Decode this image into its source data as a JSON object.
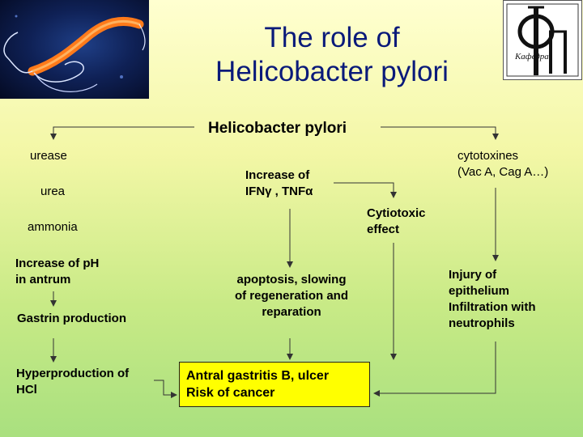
{
  "title": {
    "line1": "The role of",
    "line2": "Helicobacter pylori"
  },
  "diagram": {
    "root": "Helicobacter pylori",
    "left_branch": {
      "urease": "urease",
      "urea": "urea",
      "ammonia": "ammonia",
      "ph_line1": "Increase of pH",
      "ph_line2": "in antrum",
      "gastrin": "Gastrin production",
      "hcl_line1": "Hyperproduction of",
      "hcl_line2": "HCl"
    },
    "middle_branch": {
      "ifn_line1": "Increase of",
      "ifn_line2": "IFNγ  , TNFα",
      "cytotoxic_line1": "Cytiotoxic",
      "cytotoxic_line2": "effect",
      "apoptosis_line1": "apoptosis, slowing",
      "apoptosis_line2": "of  regeneration and",
      "apoptosis_line3": "reparation"
    },
    "right_branch": {
      "cytotoxines_line1": "cytotoxines",
      "cytotoxines_line2": "(Vac A, Cag A…)",
      "injury_line1": "Injury of",
      "injury_line2": "epithelium",
      "injury_line3": "Infiltration with",
      "injury_line4": "neutrophils"
    },
    "outcome": {
      "line1": "Antral gastritis B, ulcer",
      "line2": "Risk of cancer"
    }
  },
  "images": {
    "photo_icon": "helicobacter-micrograph",
    "logo_icon": "department-emblem",
    "logo_text": "Кафедра"
  },
  "colors": {
    "title": "#0a1a7a",
    "outcome_box": "#ffff00",
    "background_top": "#ffffd0",
    "background_bottom": "#a9e07f"
  }
}
